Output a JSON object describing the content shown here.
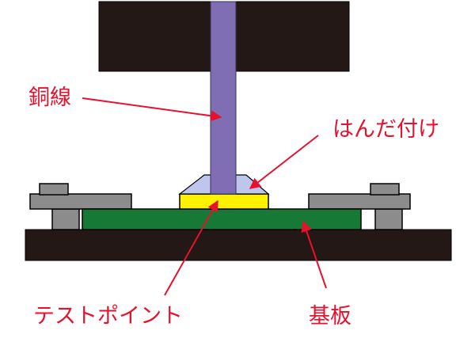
{
  "labels": {
    "copper_wire": "銅線",
    "solder": "はんだ付け",
    "test_point": "テストポイント",
    "substrate": "基板"
  },
  "colors": {
    "label_red": "#e8112d",
    "arrow_red": "#e8112d",
    "dark_block": "#231815",
    "wire_purple": "#7f6eb4",
    "wire_outline": "#3a2f58",
    "solder_fill": "#bfc6ec",
    "test_point_yellow": "#fff100",
    "pcb_green": "#167a36",
    "metal_gray": "#8c8c8c",
    "outline_black": "#000000"
  }
}
